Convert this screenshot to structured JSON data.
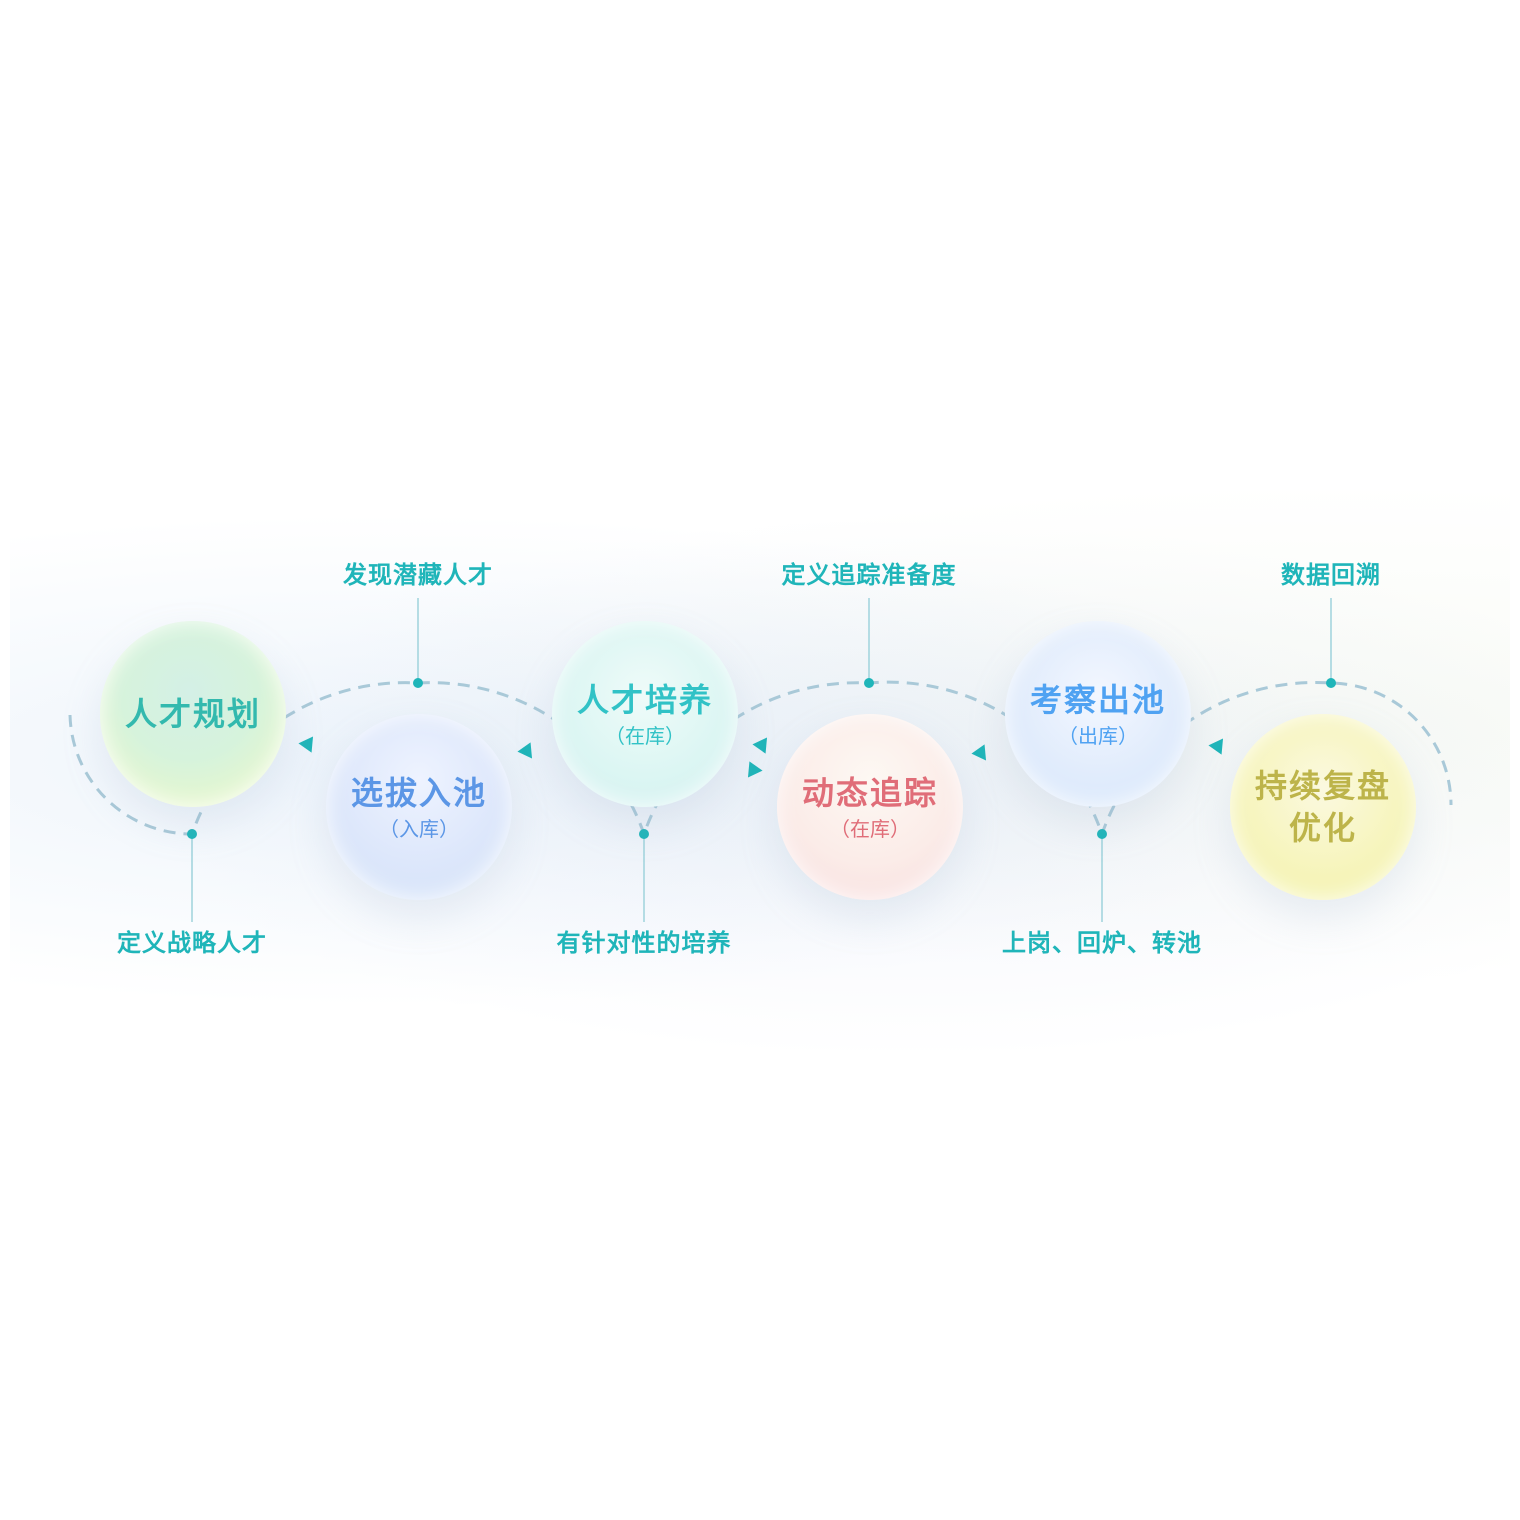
{
  "colors": {
    "path": "#a9c9d8",
    "accent": "#1fb5b9",
    "green_text": "#33b9ae",
    "blue_text": "#5b96e6",
    "teal_text": "#31c2c6",
    "red_text": "#e06d78",
    "sky_text": "#4fa2f2",
    "olive_text": "#bdb44a"
  },
  "stages": [
    {
      "title": "人才规划",
      "sub": ""
    },
    {
      "title": "选拔入池",
      "sub": "（入库）"
    },
    {
      "title": "人才培养",
      "sub": "（在库）"
    },
    {
      "title": "动态追踪",
      "sub": "（在库）"
    },
    {
      "title": "考察出池",
      "sub": "（出库）"
    },
    {
      "title": "持续复盘\n优化",
      "sub": ""
    }
  ],
  "labels": {
    "bottom": [
      "定义战略人才",
      "有针对性的培养",
      "上岗、回炉、转池"
    ],
    "top": [
      "发现潜藏人才",
      "定义追踪准备度",
      "数据回溯"
    ]
  }
}
